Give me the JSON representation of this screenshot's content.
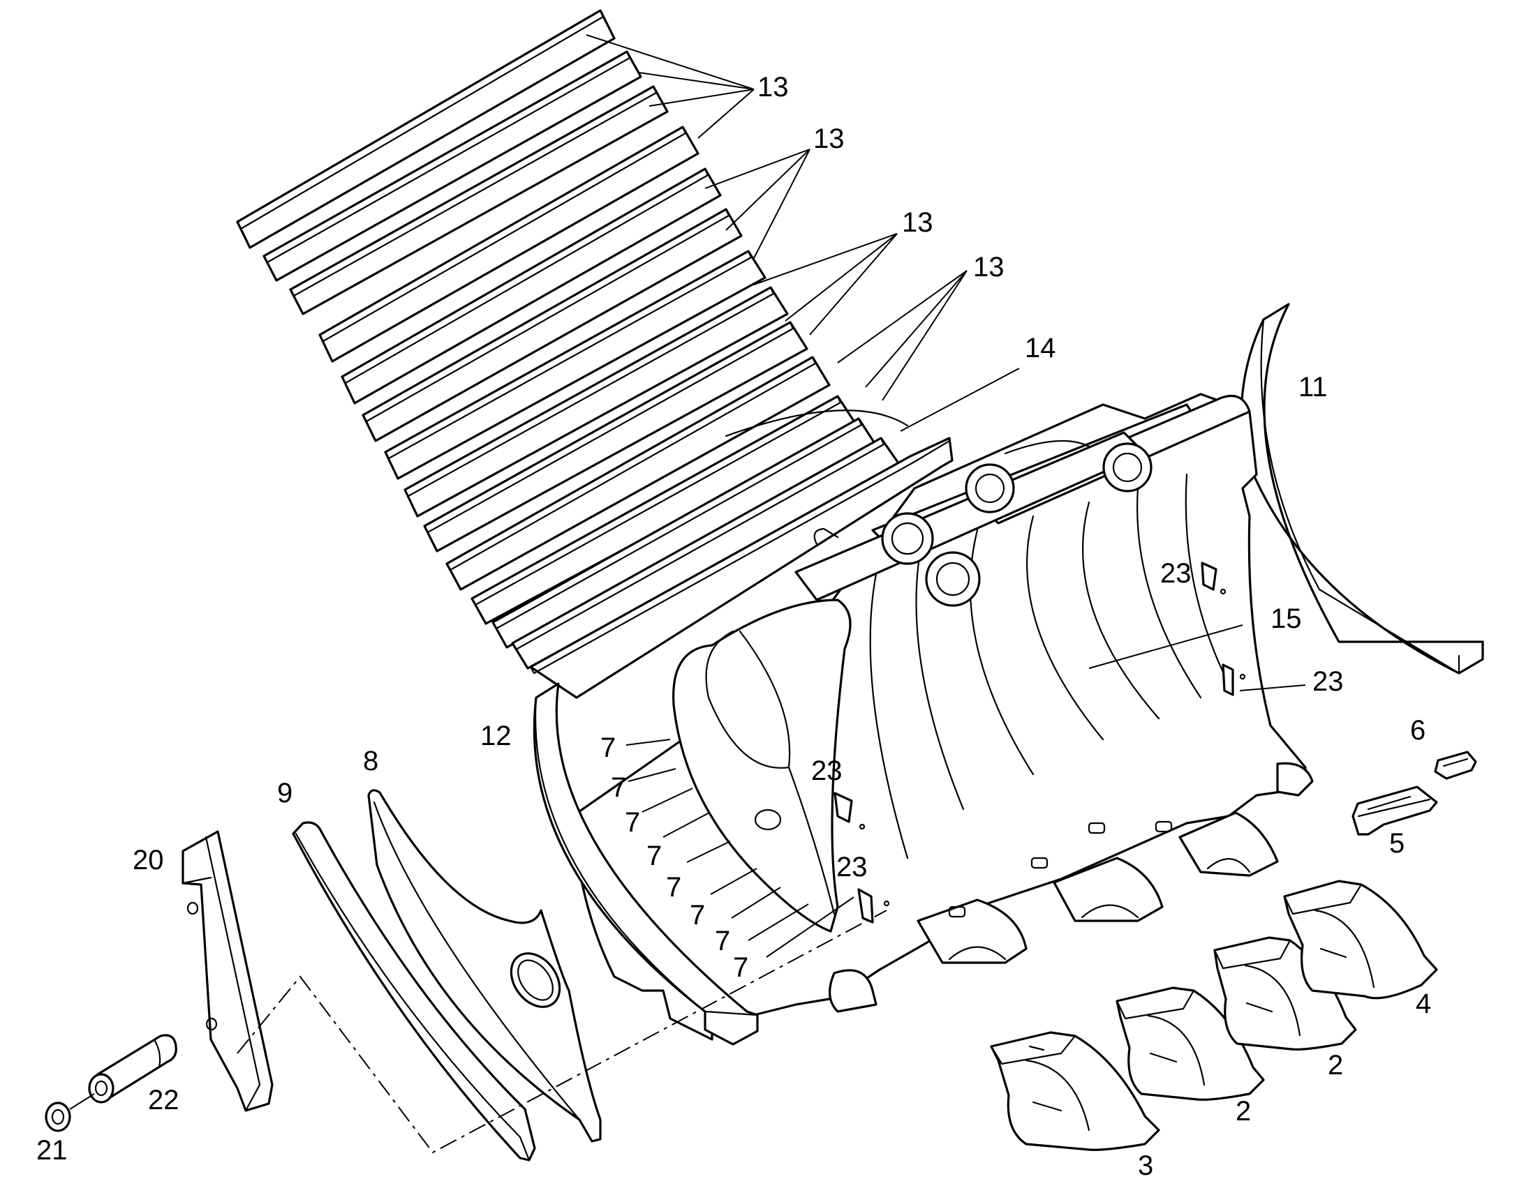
{
  "callouts": {
    "c13a": "13",
    "c13b": "13",
    "c13c": "13",
    "c13d": "13",
    "c14": "14",
    "c11": "11",
    "c23a": "23",
    "c15": "15",
    "c23b": "23",
    "c6": "6",
    "c5": "5",
    "c4": "4",
    "c2a": "2",
    "c2b": "2",
    "c3": "3",
    "c12": "12",
    "c8": "8",
    "c9": "9",
    "c20": "20",
    "c22": "22",
    "c21": "21",
    "c23c": "23",
    "c23d": "23",
    "c7a": "7",
    "c7b": "7",
    "c7c": "7",
    "c7d": "7",
    "c7e": "7",
    "c7f": "7",
    "c7g": "7",
    "c7h": "7"
  }
}
